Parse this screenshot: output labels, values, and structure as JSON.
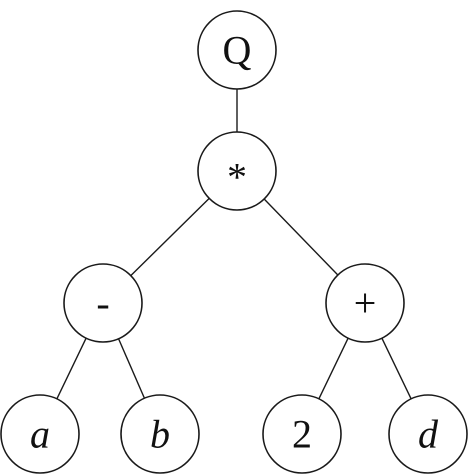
{
  "tree": {
    "nodes": [
      {
        "id": "Q",
        "label": "Q",
        "italic": false
      },
      {
        "id": "times",
        "label": "*",
        "italic": false
      },
      {
        "id": "minus",
        "label": "-",
        "italic": false
      },
      {
        "id": "plus",
        "label": "+",
        "italic": false
      },
      {
        "id": "a",
        "label": "a",
        "italic": true
      },
      {
        "id": "b",
        "label": "b",
        "italic": true
      },
      {
        "id": "two",
        "label": "2",
        "italic": false
      },
      {
        "id": "d",
        "label": "d",
        "italic": true
      }
    ],
    "edges": [
      [
        "Q",
        "times"
      ],
      [
        "times",
        "minus"
      ],
      [
        "times",
        "plus"
      ],
      [
        "minus",
        "a"
      ],
      [
        "minus",
        "b"
      ],
      [
        "plus",
        "two"
      ],
      [
        "plus",
        "d"
      ]
    ],
    "colors": {
      "stroke": "#1a1a1a",
      "fill": "#ffffff",
      "text": "#111111"
    }
  }
}
